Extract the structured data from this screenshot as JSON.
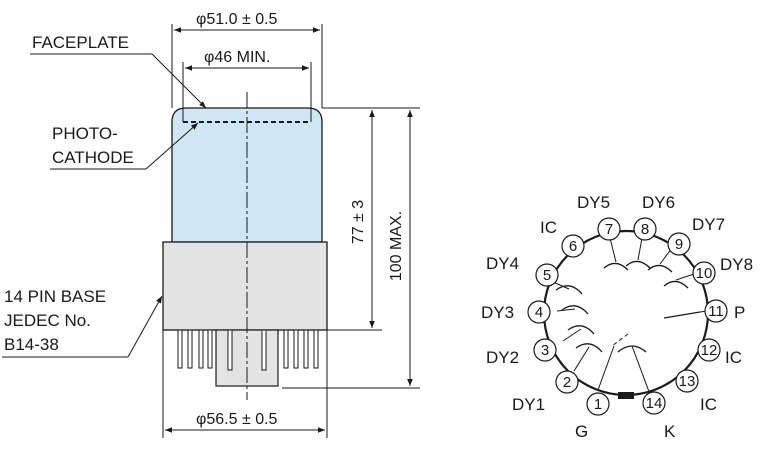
{
  "colors": {
    "faceplate_fill": "#cfe6f5",
    "base_fill": "#e3e3e3",
    "line": "#1a1a1a"
  },
  "dimensions": {
    "top_diameter": "φ51.0 ± 0.5",
    "faceplate_min": "φ46 MIN.",
    "base_diameter": "φ56.5 ± 0.5",
    "height_body": "77 ± 3",
    "height_max": "100 MAX."
  },
  "labels": {
    "faceplate": "FACEPLATE",
    "photocathode_line1": "PHOTO-",
    "photocathode_line2": "CATHODE",
    "base_line1": "14 PIN BASE",
    "base_line2": "JEDEC No.",
    "base_line3": "B14-38"
  },
  "pins": [
    {
      "num": "1",
      "name": "G"
    },
    {
      "num": "2",
      "name": "DY1"
    },
    {
      "num": "3",
      "name": "DY2"
    },
    {
      "num": "4",
      "name": "DY3"
    },
    {
      "num": "5",
      "name": "DY4"
    },
    {
      "num": "6",
      "name": "IC"
    },
    {
      "num": "7",
      "name": "DY5"
    },
    {
      "num": "8",
      "name": "DY6"
    },
    {
      "num": "9",
      "name": "DY7"
    },
    {
      "num": "10",
      "name": "DY8"
    },
    {
      "num": "11",
      "name": "P"
    },
    {
      "num": "12",
      "name": "IC"
    },
    {
      "num": "13",
      "name": "IC"
    },
    {
      "num": "14",
      "name": "K"
    }
  ]
}
